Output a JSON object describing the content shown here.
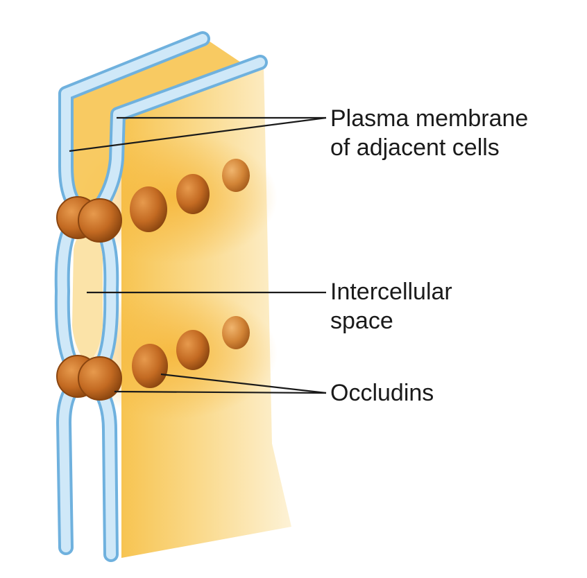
{
  "labels": {
    "plasma_membrane": {
      "line1": "Plasma membrane",
      "line2": "of adjacent cells"
    },
    "intercellular_space": {
      "line1": "Intercellular",
      "line2": "space"
    },
    "occludins": {
      "line1": "Occludins"
    }
  },
  "colors": {
    "membrane_fill": "#bfe0f5",
    "membrane_stroke": "#6fb1de",
    "cytoplasm": "#fad27a",
    "cytoplasm_light": "#fcebc0",
    "occludin": "#c8742a",
    "occludin_dark": "#9a4f14",
    "leader_line": "#1a1a1a"
  }
}
